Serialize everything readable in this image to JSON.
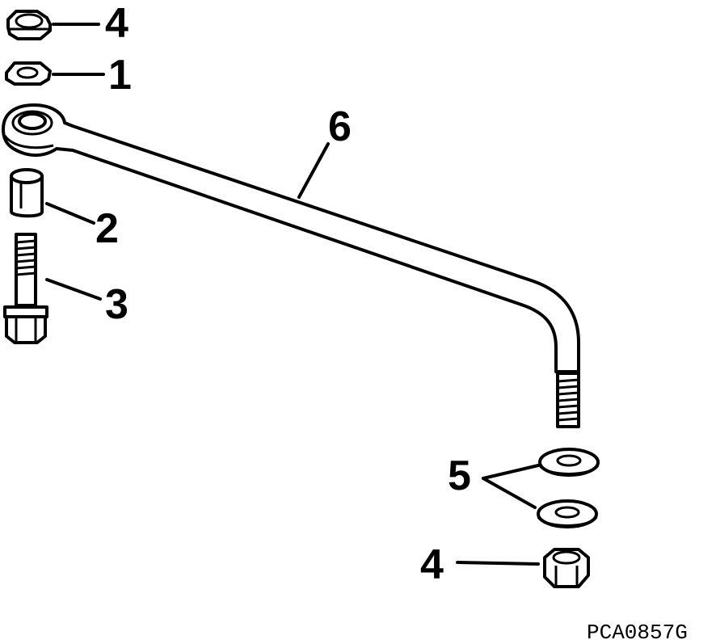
{
  "callouts": {
    "top_nut": "4",
    "washer": "1",
    "spacer": "2",
    "bolt": "3",
    "washers_pair": "5",
    "bottom_nut": "4",
    "link": "6"
  },
  "figure_code": "PCA0857G"
}
